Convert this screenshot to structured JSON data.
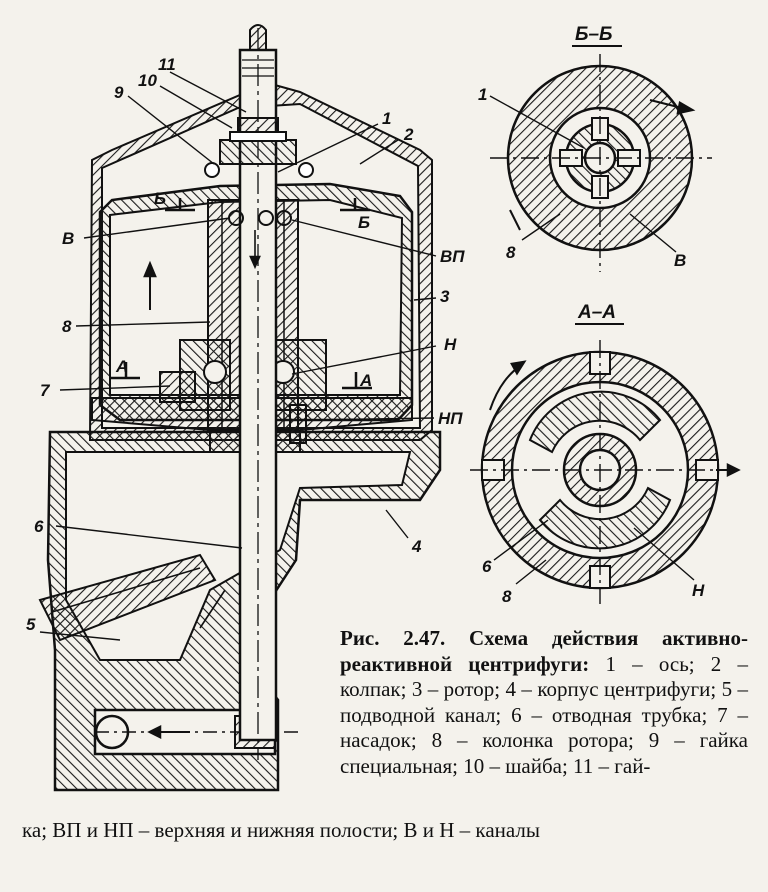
{
  "labels": {
    "n1": "1",
    "n2": "2",
    "n3": "3",
    "n4": "4",
    "n5": "5",
    "n6": "6",
    "n7": "7",
    "n8": "8",
    "n9": "9",
    "n10": "10",
    "n11": "11",
    "V": "В",
    "VP": "ВП",
    "N": "Н",
    "NP": "НП",
    "B_left": "Б",
    "B_right": "Б",
    "A_left": "А",
    "A_right": "А"
  },
  "sections": {
    "bb_title": "Б–Б",
    "bb_1": "1",
    "bb_8": "8",
    "bb_V": "В",
    "aa_title": "А–А",
    "aa_6": "6",
    "aa_8": "8",
    "aa_N": "Н"
  },
  "caption": {
    "head": "Рис. 2.47. Схема действия активно-реактивной центрифуги:",
    "body": " 1 – ось; 2 – колпак; 3 – ротор; 4 – корпус центрифуги; 5 – подводной канал; 6 – отводная трубка; 7 – насадок; 8 – колонка ротора; 9 – гайка специальная; 10 – шайба; 11 – гай-",
    "tail": "ка; ВП и НП – верхняя и нижняя полости; В и Н – каналы"
  }
}
